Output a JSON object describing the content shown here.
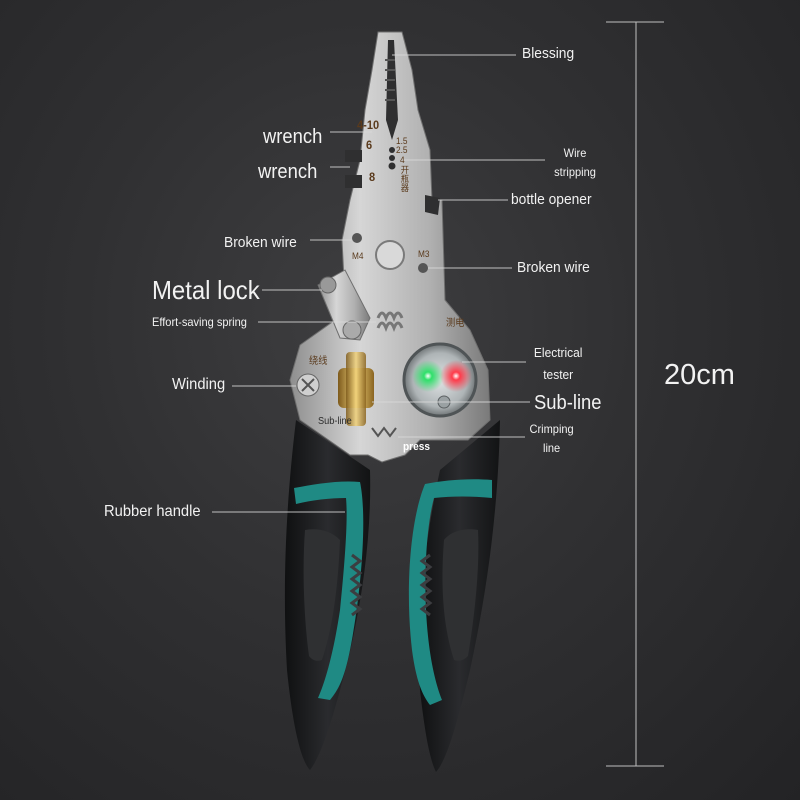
{
  "product": {
    "name": "multifunction wire stripping pliers",
    "handle_colors": {
      "body": "#1c1d1f",
      "accent": "#1f8a84",
      "steel": "#b9b9b9",
      "brass": "#c9a44a"
    }
  },
  "labels": {
    "blessing": "Blessing",
    "wrench_1": "wrench",
    "wrench_2": "wrench",
    "wire_stripping": [
      "Wire",
      "stripping"
    ],
    "bottle_opener": "bottle opener",
    "broken_wire_left": "Broken wire",
    "broken_wire_right": "Broken wire",
    "metal_lock": "Metal lock",
    "effort_saving_spring": "Effort-saving spring",
    "electrical_tester": [
      "Electrical",
      "tester"
    ],
    "winding": "Winding",
    "sub_line": "Sub-line",
    "crimping_line": [
      "Crimping",
      "line"
    ],
    "rubber_handle": "Rubber handle"
  },
  "engravings": {
    "size_4_10": "4-10",
    "size_6": "6",
    "size_8": "8",
    "gauge_1_5": "1.5",
    "gauge_2_5": "2.5",
    "gauge_4": "4",
    "m4": "M4",
    "m3": "M3",
    "open_bottle_cn": "开瓶器",
    "winding_cn": "绕线",
    "test_cn": "测电",
    "sub_line": "Sub-line",
    "press": "press"
  },
  "dimension": {
    "length": "20cm"
  }
}
